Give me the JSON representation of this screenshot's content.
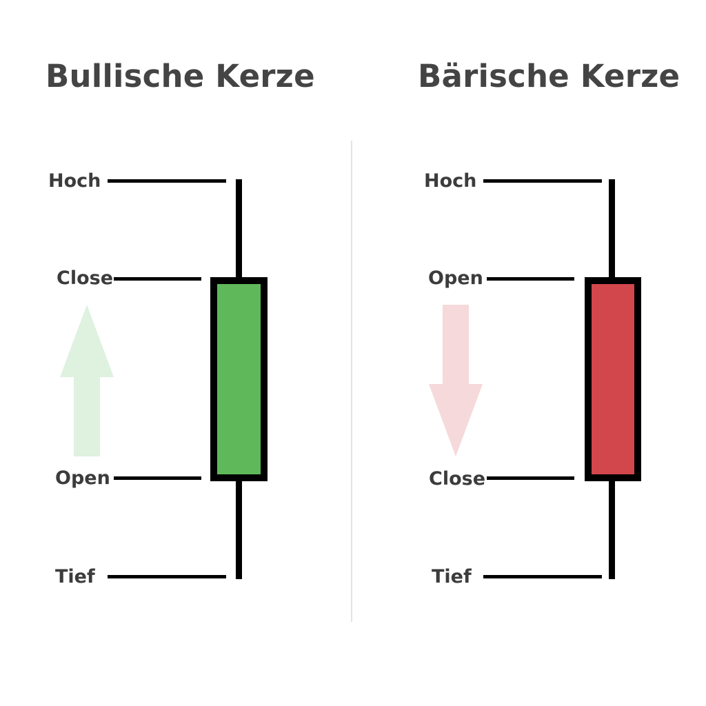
{
  "left": {
    "title": "Bullische Kerze",
    "labels": {
      "high": "Hoch",
      "top": "Close",
      "bottom": "Open",
      "low": "Tief"
    },
    "body_color": "#5fb95b",
    "arrow_color": "#dff1df",
    "arrow_direction": "up"
  },
  "right": {
    "title": "Bärische Kerze",
    "labels": {
      "high": "Hoch",
      "top": "Open",
      "bottom": "Close",
      "low": "Tief"
    },
    "body_color": "#d2474b",
    "arrow_color": "#f6d9da",
    "arrow_direction": "down"
  }
}
